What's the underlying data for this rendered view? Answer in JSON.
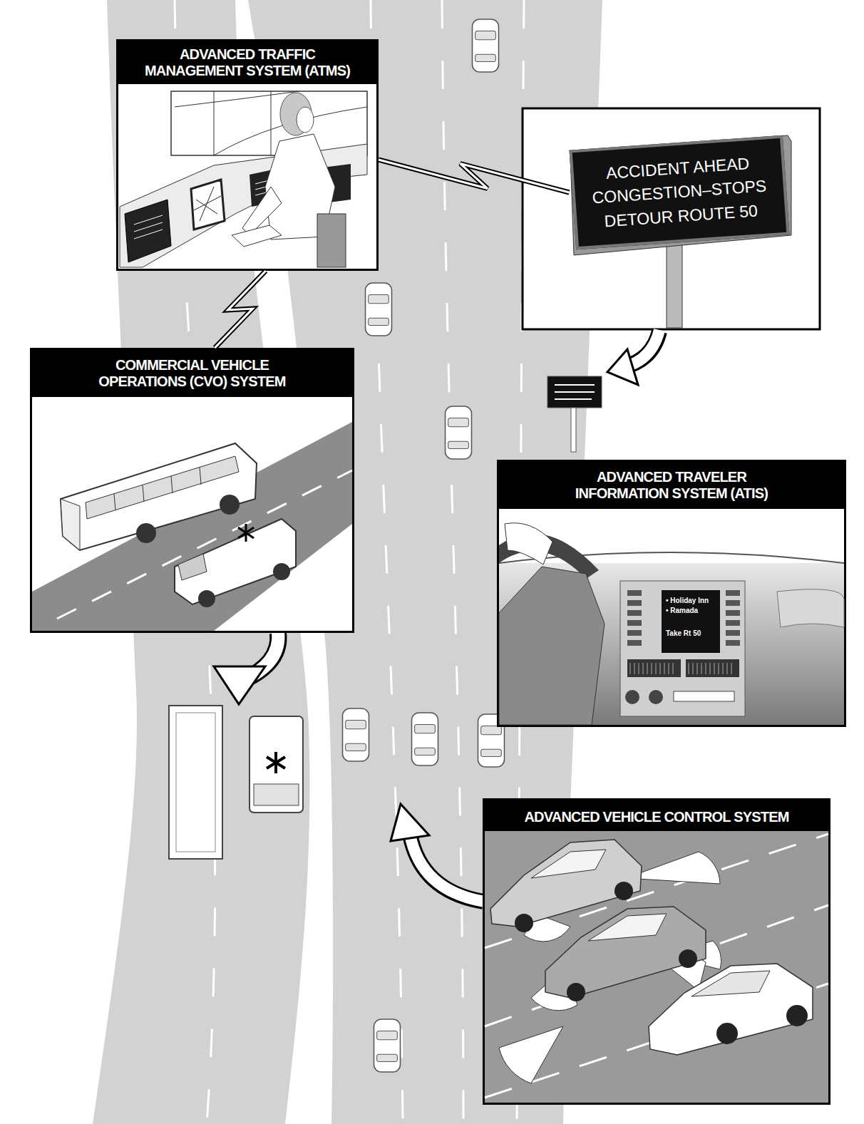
{
  "diagram": {
    "nodes": [
      {
        "text": [
          "ADVANCED TRAFFIC MANAGEMENT SYSTEM (ATMS)"
        ]
      },
      {
        "text": [
          "ACCIDENT AHEAD CONGESTION–STOPS DETOUR ROUTE 50"
        ]
      },
      {
        "text": [
          "COMMERCIAL VEHICLE OPERATIONS (CVO) SYSTEM"
        ]
      },
      {
        "text": [
          "ADVANCED TRAVELER INFORMATION SYSTEM (ATIS)"
        ]
      },
      {
        "text": [
          "ADVANCED VEHICLE CONTROL SYSTEM"
        ]
      }
    ],
    "edges": [
      {
        "from": 0,
        "to": 1,
        "arrow": "none"
      },
      {
        "from": 0,
        "to": 2,
        "arrow": "none"
      }
    ],
    "labels": [
      "• Holiday Inn",
      "• Ramada",
      "Take Rt 50"
    ]
  }
}
